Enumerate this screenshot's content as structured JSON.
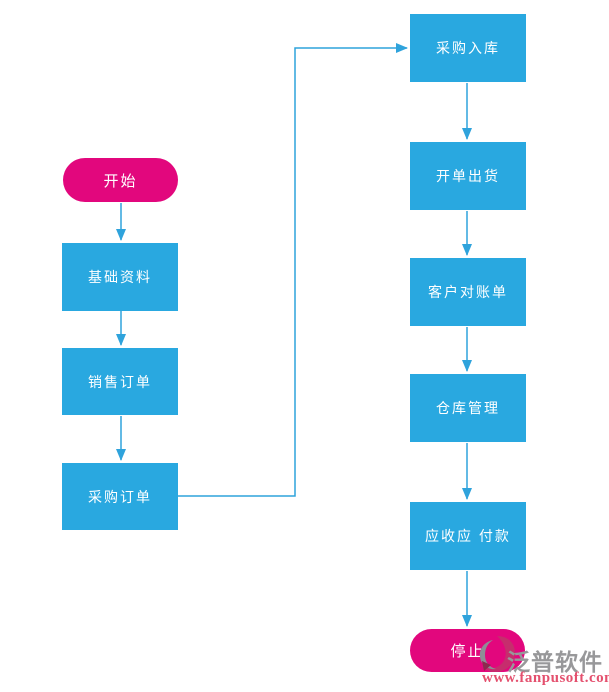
{
  "diagram": {
    "type": "flowchart",
    "nodes": [
      {
        "id": "start",
        "label": "开始",
        "shape": "terminator"
      },
      {
        "id": "basic-data",
        "label": "基础资料",
        "shape": "process"
      },
      {
        "id": "sales-order",
        "label": "销售订单",
        "shape": "process"
      },
      {
        "id": "purchase-order",
        "label": "采购订单",
        "shape": "process"
      },
      {
        "id": "purchase-inbound",
        "label": "采购入库",
        "shape": "process"
      },
      {
        "id": "billing-shipment",
        "label": "开单出货",
        "shape": "process"
      },
      {
        "id": "customer-statement",
        "label": "客户对账单",
        "shape": "process"
      },
      {
        "id": "warehouse-management",
        "label": "仓库管理",
        "shape": "process"
      },
      {
        "id": "receivable-payable",
        "label": "应收应 付款",
        "shape": "process"
      },
      {
        "id": "stop",
        "label": "停止",
        "shape": "terminator"
      }
    ],
    "edges": [
      {
        "from": "start",
        "to": "basic-data"
      },
      {
        "from": "basic-data",
        "to": "sales-order"
      },
      {
        "from": "sales-order",
        "to": "purchase-order"
      },
      {
        "from": "purchase-order",
        "to": "purchase-inbound",
        "routing": "elbow"
      },
      {
        "from": "purchase-inbound",
        "to": "billing-shipment"
      },
      {
        "from": "billing-shipment",
        "to": "customer-statement"
      },
      {
        "from": "customer-statement",
        "to": "warehouse-management"
      },
      {
        "from": "warehouse-management",
        "to": "receivable-payable"
      },
      {
        "from": "receivable-payable",
        "to": "stop"
      }
    ],
    "colors": {
      "process_fill": "#29a8e0",
      "terminator_fill": "#e2077d",
      "connector": "#2fa3dc",
      "node_text": "#ffffff",
      "watermark_brand_text": "#98989a",
      "watermark_url_text": "#e4506e",
      "watermark_logo_pink": "#c62d6d",
      "watermark_logo_grey": "#8e8e96"
    },
    "watermark": {
      "brand": "泛普软件",
      "url": "www.fanpusoft.com"
    }
  }
}
